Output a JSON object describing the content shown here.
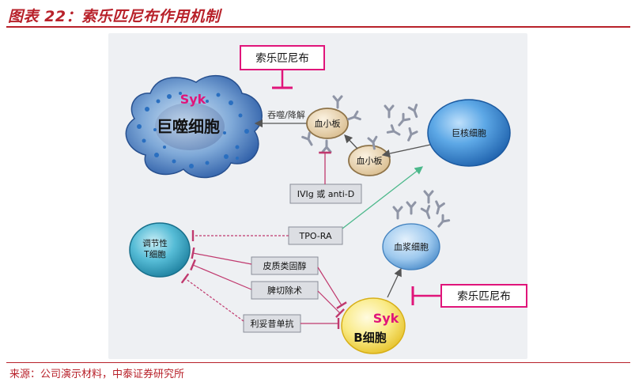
{
  "header": {
    "title": "图表 22：索乐匹尼布作用机制"
  },
  "footer": {
    "source": "来源：公司演示材料，中泰证券研究所"
  },
  "diagram": {
    "drug_top": "索乐匹尼布",
    "drug_right": "索乐匹尼布",
    "macrophage": {
      "label": "巨噬细胞",
      "syk": "Syk"
    },
    "phagocytosis": "吞噬/降解",
    "platelet_1": "血小板",
    "platelet_2": "血小板",
    "megakaryocyte": "巨核细胞",
    "ivig": "IVIg 或 anti-D",
    "tpo_ra": "TPO-RA",
    "treg": {
      "line1": "调节性",
      "line2": "T细胞"
    },
    "plasma_cell": "血浆细胞",
    "corticosteroid": "皮质类固醇",
    "splenectomy": "脾切除术",
    "rituximab": "利妥昔单抗",
    "bcell": {
      "label": "B细胞",
      "syk": "Syk"
    },
    "colors": {
      "accent_red": "#b8212a",
      "drug_magenta": "#e0157a",
      "macrophage_blue": "#3b78b8",
      "megakaryocyte_blue": "#2c73b8",
      "treg_teal": "#2b98b5",
      "bcell_yellow": "#f6dc4c",
      "platelet_tan": "#e6cfa9",
      "tpo_green": "#4cb88b"
    }
  }
}
